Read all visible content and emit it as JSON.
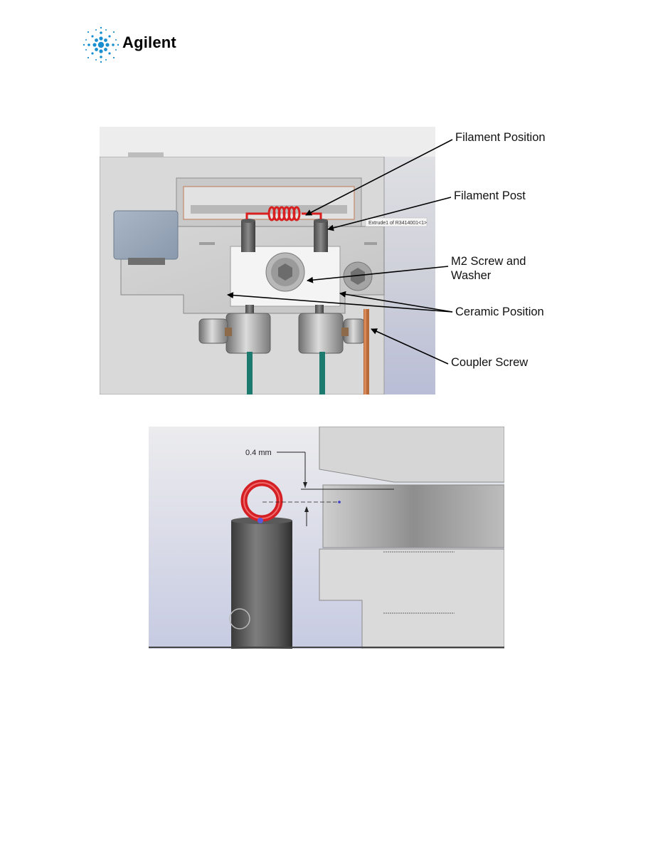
{
  "header": {
    "logo_text": "Agilent"
  },
  "figure1": {
    "tooltip": "Extrude1 of R3414001<1>",
    "callouts": {
      "filament_position": "Filament Position",
      "filament_post": "Filament Post",
      "m2_screw_line1": "M2 Screw and",
      "m2_screw_line2": "Washer",
      "ceramic_position": "Ceramic Position",
      "coupler_screw": "Coupler Screw"
    }
  },
  "figure2": {
    "dimension_label": "0.4 mm"
  },
  "icons": [
    "agilent-spark-logo-icon"
  ]
}
